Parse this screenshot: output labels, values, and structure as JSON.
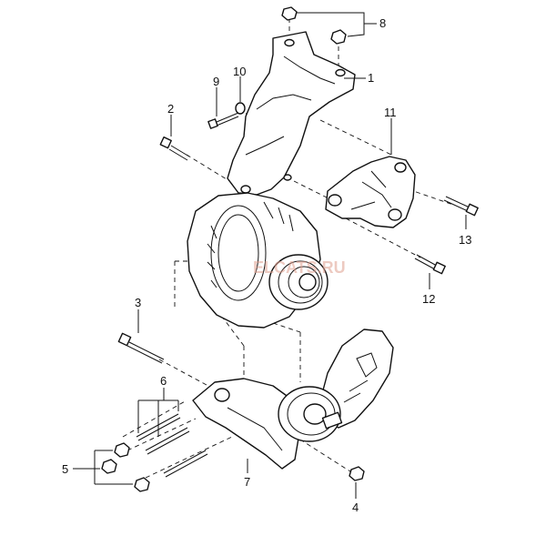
{
  "diagram": {
    "callouts": {
      "c1": "1",
      "c2": "2",
      "c3": "3",
      "c4": "4",
      "c5": "5",
      "c6": "6",
      "c7": "7",
      "c8": "8",
      "c9": "9",
      "c10": "10",
      "c11": "11",
      "c12": "12",
      "c13": "13"
    },
    "watermark": "ELCATS.RU"
  },
  "colors": {
    "line": "#111111",
    "background": "#ffffff",
    "watermark": "#e0a090"
  }
}
